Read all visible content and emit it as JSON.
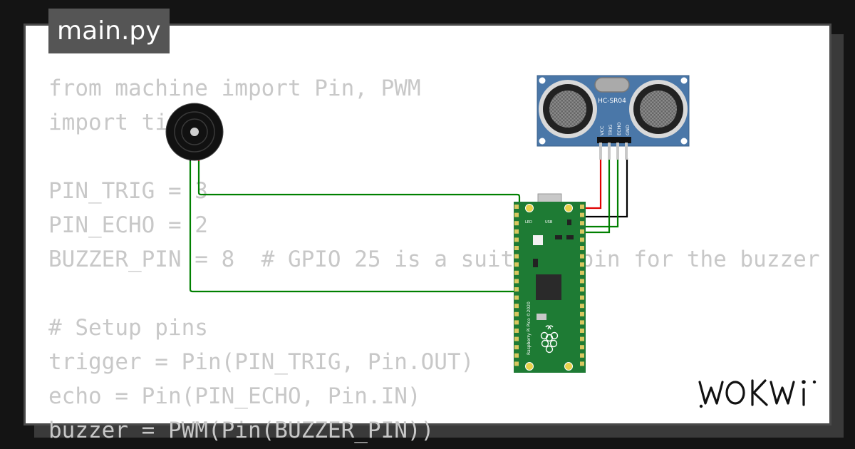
{
  "editor": {
    "tab_title": "main.py",
    "code_lines": [
      "from machine import Pin, PWM",
      "import time",
      "",
      "PIN_TRIG = 3",
      "PIN_ECHO = 2",
      "BUZZER_PIN = 8  # GPIO 25 is a suitable pin for the buzzer",
      "",
      "# Setup pins",
      "trigger = Pin(PIN_TRIG, Pin.OUT)",
      "echo = Pin(PIN_ECHO, Pin.IN)",
      "buzzer = PWM(Pin(BUZZER_PIN))"
    ]
  },
  "circuit": {
    "sensor": {
      "model": "HC-SR04",
      "pins": [
        "VCC",
        "TRIG",
        "ECHO",
        "GND"
      ]
    },
    "board": {
      "name": "Raspberry Pi Pico ©2020",
      "led_label": "LED",
      "usb_label": "USB"
    },
    "buzzer": {
      "name": "piezo buzzer"
    },
    "wires": [
      {
        "from": "sensor.VCC",
        "to": "pico.VBUS",
        "color": "#e00000"
      },
      {
        "from": "sensor.GND",
        "to": "pico.GND",
        "color": "#000000"
      },
      {
        "from": "sensor.TRIG",
        "to": "pico.GP3",
        "color": "#008000"
      },
      {
        "from": "sensor.ECHO",
        "to": "pico.GP2",
        "color": "#008000"
      },
      {
        "from": "buzzer.+",
        "to": "pico.GP0",
        "color": "#008000"
      },
      {
        "from": "buzzer.-",
        "to": "pico.GP8",
        "color": "#008000"
      }
    ]
  },
  "brand": {
    "logo_text": "WOKWi"
  },
  "colors": {
    "frame": "#141414",
    "tab": "#555555",
    "code_text": "#c8c8c8",
    "pico_green": "#1e7b34",
    "sensor_blue": "#4a77a8",
    "wire_green": "#008000"
  }
}
